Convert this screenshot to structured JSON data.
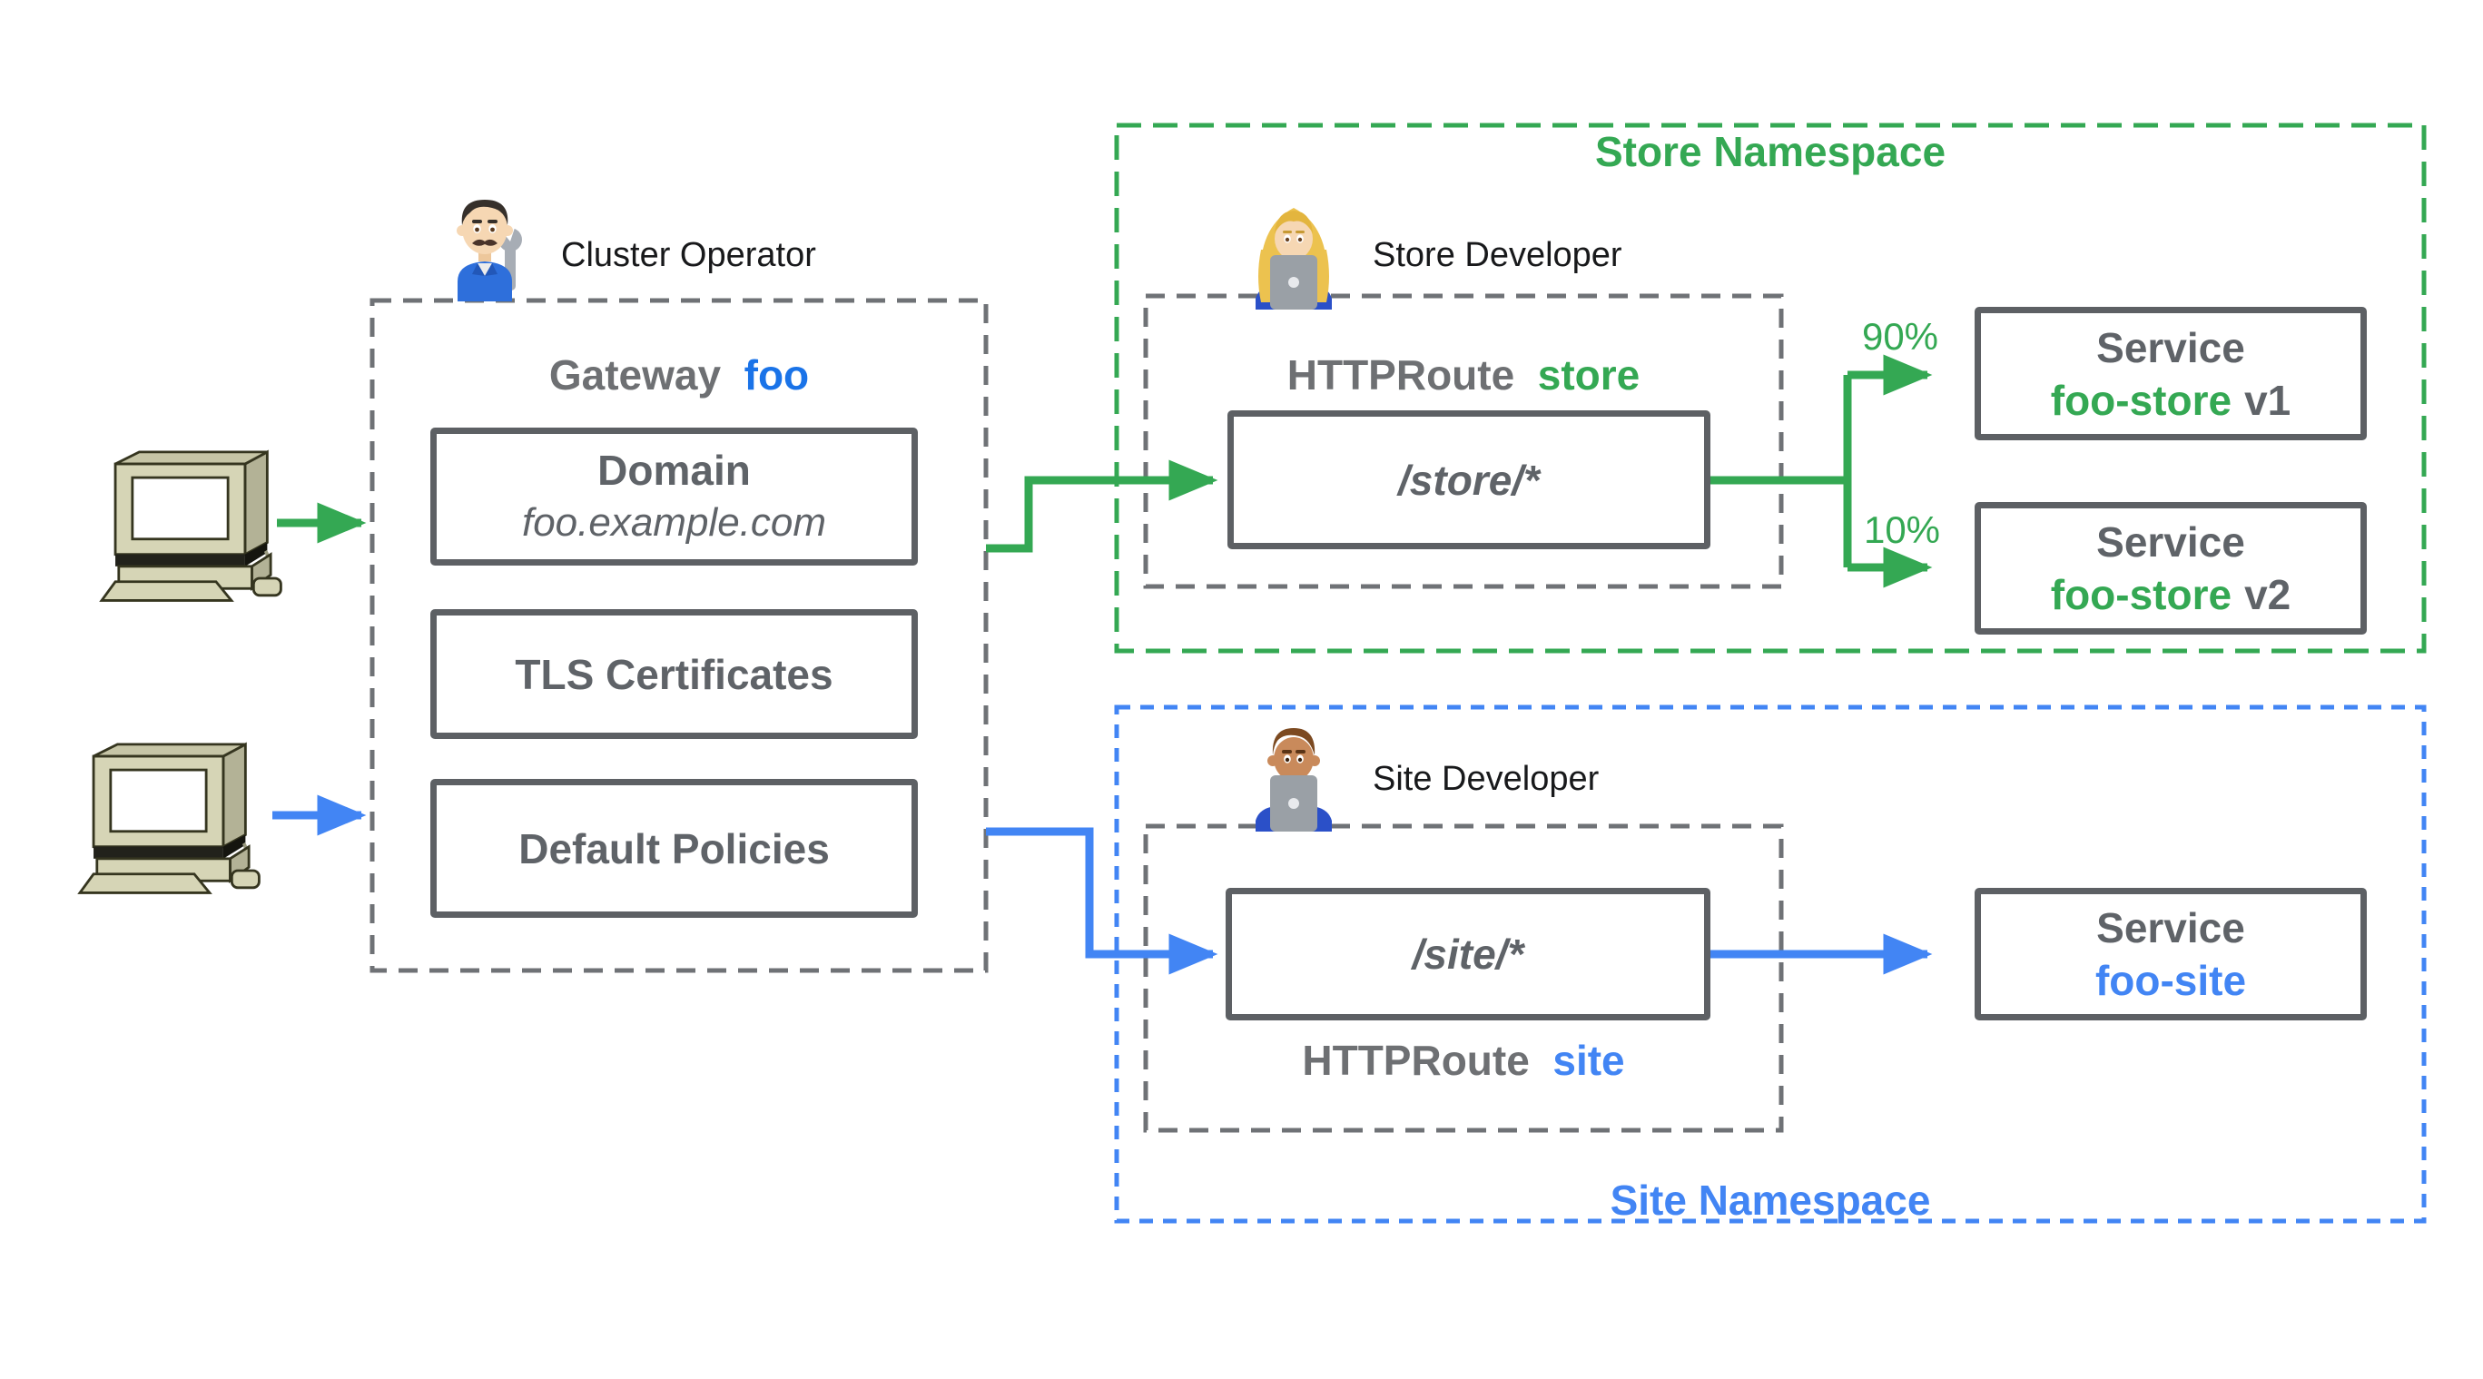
{
  "colors": {
    "green": "#34a853",
    "blue": "#4285f4",
    "gateway_name_blue": "#1a73e8",
    "gray_text": "#5f6368",
    "gray_border": "#5d6064"
  },
  "clients": {
    "icon": "desktop-computer",
    "count": 2
  },
  "cluster_operator": {
    "icon": "man-mechanic",
    "label": "Cluster Operator"
  },
  "gateway": {
    "title_prefix": "Gateway",
    "title_name": "foo",
    "boxes": {
      "domain_title": "Domain",
      "domain_value": "foo.example.com",
      "tls": "TLS Certificates",
      "policies": "Default Policies"
    }
  },
  "store_namespace": {
    "title": "Store Namespace",
    "developer": {
      "icon": "woman-technologist",
      "label": "Store Developer"
    },
    "route": {
      "prefix": "HTTPRoute",
      "name": "store",
      "path": "/store/*"
    },
    "weights": {
      "v1": "90%",
      "v2": "10%"
    },
    "services": [
      {
        "line1": "Service",
        "name": "foo-store",
        "version": "v1"
      },
      {
        "line1": "Service",
        "name": "foo-store",
        "version": "v2"
      }
    ]
  },
  "site_namespace": {
    "title": "Site Namespace",
    "developer": {
      "icon": "man-technologist",
      "label": "Site Developer"
    },
    "route": {
      "prefix": "HTTPRoute",
      "name": "site",
      "path": "/site/*"
    },
    "service": {
      "line1": "Service",
      "name": "foo-site"
    }
  }
}
